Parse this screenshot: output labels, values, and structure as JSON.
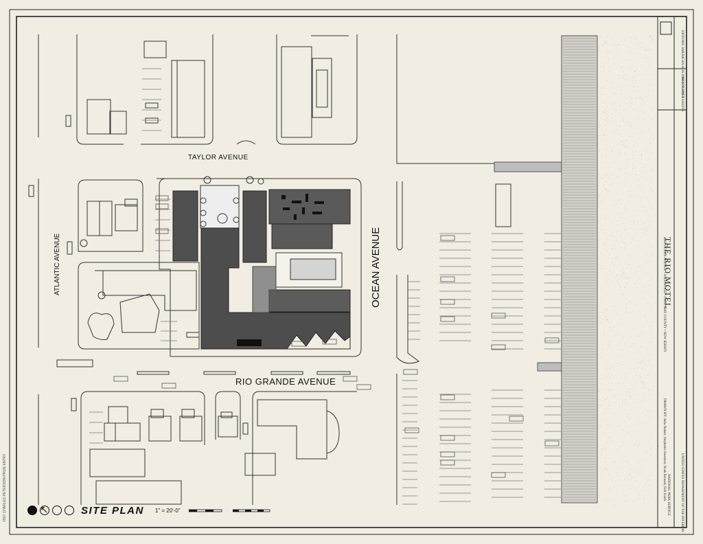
{
  "streets": {
    "taylor": "TAYLOR AVENUE",
    "atlantic": "ATLANTIC AVENUE",
    "ocean": "OCEAN AVENUE",
    "rio_grande": "RIO GRANDE AVENUE"
  },
  "footer": {
    "title": "SITE PLAN",
    "scale": "1\" = 20'-0\""
  },
  "title_block": {
    "project": "THE RIO MOTEL",
    "address_line": "4000 OCEAN AVENUE   •   WILDWOOD   •   CAPE MAY COUNTY   •   NEW JERSEY",
    "agency": "HISTORIC AMERICAN BUILDINGS SURVEY",
    "sheet": "SHEET 2 OF 6 SHEETS",
    "drawn_by": "DRAWN BY: Julia Dubart, Stephanie Swanson, Noah Bernard, Erik Keith",
    "school_line": "NATIONAL PARK SERVICE",
    "department_line": "UNITED STATES DEPARTMENT OF THE INTERIOR"
  },
  "margin_note": "1997 CHARLES PETERSON PRIZE ENTRY",
  "colors": {
    "paper": "#f1ede2",
    "ink": "#1a1a1a",
    "building_dark": "#4e4e4e",
    "building_mid": "#7a7a7a",
    "pool": "#cfcfcf"
  }
}
